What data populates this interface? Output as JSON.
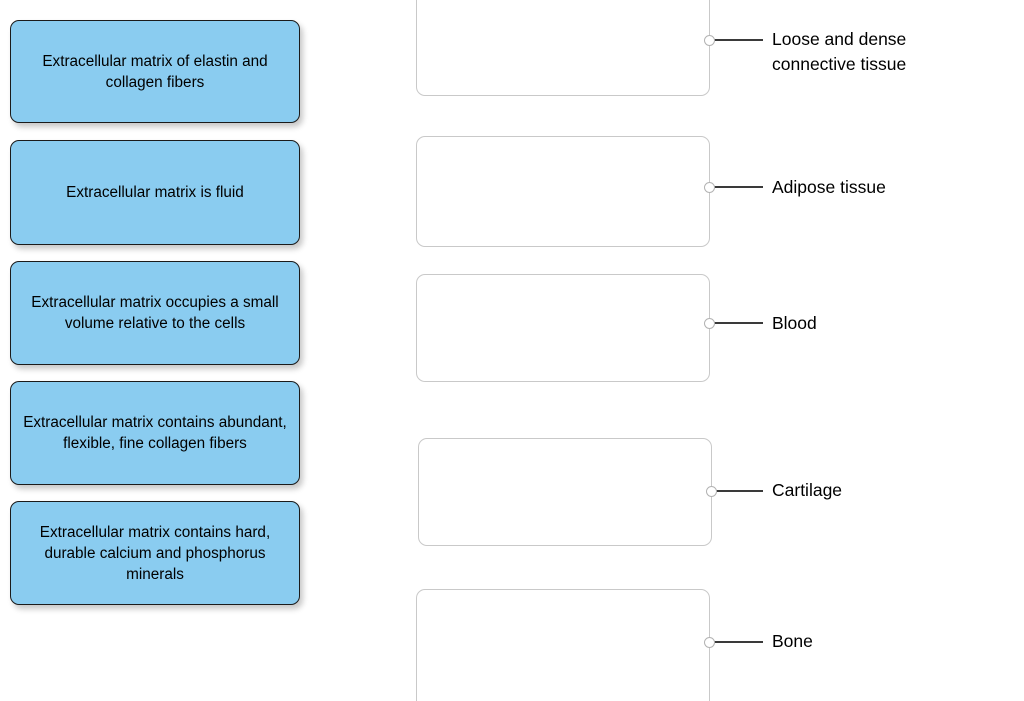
{
  "exercise": {
    "type": "drag-and-drop-matching",
    "colors": {
      "tile_fill": "#8ACCF0",
      "tile_border": "#1b1b1b",
      "dropzone_border": "#c9c9c9",
      "dropzone_fill": "#ffffff",
      "connector_line": "#3a3a3a",
      "connector_dot_border": "#b3b3b3",
      "text": "#000000",
      "background": "#ffffff"
    }
  },
  "tiles": [
    {
      "id": "tile-1",
      "text": "Extracellular matrix of elastin and collagen fibers"
    },
    {
      "id": "tile-2",
      "text": "Extracellular matrix is fluid"
    },
    {
      "id": "tile-3",
      "text": "Extracellular matrix occupies a small volume relative to the cells"
    },
    {
      "id": "tile-4",
      "text": "Extracellular matrix contains abundant, flexible, fine collagen fibers"
    },
    {
      "id": "tile-5",
      "text": "Extracellular matrix contains hard, durable calcium and phosphorus minerals"
    }
  ],
  "targets": [
    {
      "id": "target-1",
      "label": "Loose and dense\nconnective tissue",
      "dropzone_content": ""
    },
    {
      "id": "target-2",
      "label": "Adipose tissue",
      "dropzone_content": ""
    },
    {
      "id": "target-3",
      "label": "Blood",
      "dropzone_content": ""
    },
    {
      "id": "target-4",
      "label": "Cartilage",
      "dropzone_content": ""
    },
    {
      "id": "target-5",
      "label": "Bone",
      "dropzone_content": ""
    }
  ]
}
